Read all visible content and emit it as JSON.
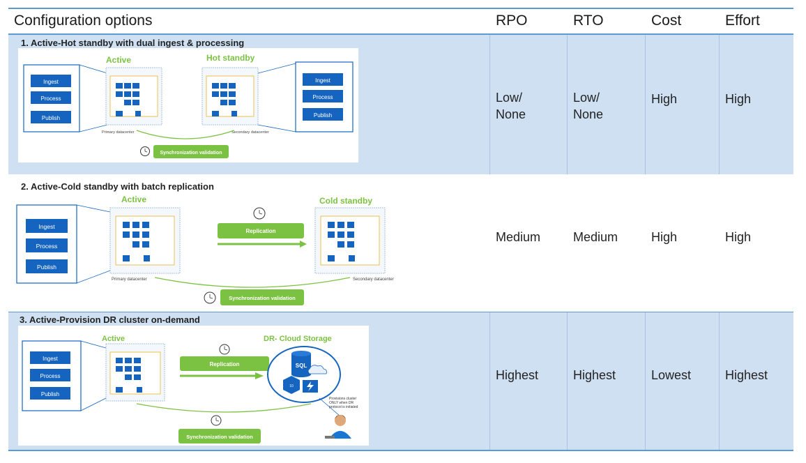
{
  "header": {
    "config_label": "Configuration options",
    "rpo_label": "RPO",
    "rto_label": "RTO",
    "cost_label": "Cost",
    "effort_label": "Effort"
  },
  "rows": [
    {
      "title": "1.  Active-Hot standby with dual ingest & processing",
      "rpo_line1": "Low/",
      "rpo_line2": "None",
      "rto_line1": "Low/",
      "rto_line2": "None",
      "cost": "High",
      "effort": "High",
      "diagram": {
        "active_label": "Active",
        "standby_label": "Hot standby",
        "left_steps": [
          "Ingest",
          "Process",
          "Publish"
        ],
        "right_steps": [
          "Ingest",
          "Process",
          "Publish"
        ],
        "primary_dc": "Primary datacenter",
        "secondary_dc": "Secondary datacenter",
        "sync_label": "Synchronization validation"
      }
    },
    {
      "title": "2.  Active-Cold standby with batch replication",
      "rpo": "Medium",
      "rto": "Medium",
      "cost": "High",
      "effort": "High",
      "diagram": {
        "active_label": "Active",
        "standby_label": "Cold standby",
        "left_steps": [
          "Ingest",
          "Process",
          "Publish"
        ],
        "replication_label": "Replication",
        "primary_dc": "Primary datacenter",
        "secondary_dc": "Secondary datacenter",
        "sync_label": "Synchronization validation"
      }
    },
    {
      "title": "3. Active-Provision DR cluster on-demand",
      "rpo": "Highest",
      "rto": "Highest",
      "cost": "Lowest",
      "effort": "Highest",
      "diagram": {
        "active_label": "Active",
        "storage_label": "DR- Cloud Storage",
        "left_steps": [
          "Ingest",
          "Process",
          "Publish"
        ],
        "replication_label": "Replication",
        "sql_label": "SQL",
        "provision_note_1": "Provisions cluster",
        "provision_note_2": "ONLY when DR",
        "provision_note_3": "protocol is initiated",
        "sync_label": "Synchronization validation"
      }
    }
  ],
  "colors": {
    "accent_blue": "#1565c0",
    "green": "#7cc242",
    "row_shade": "#cfe0f3",
    "rule": "#5b9bd5"
  }
}
